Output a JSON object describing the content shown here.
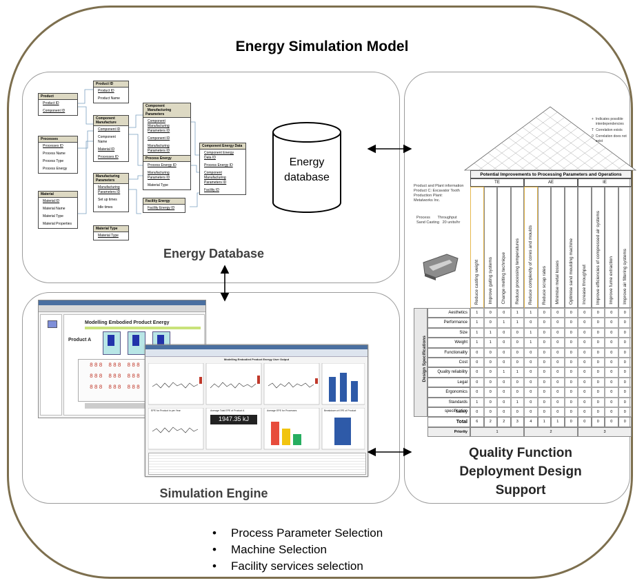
{
  "title": "Energy Simulation Model",
  "panels": {
    "energy_database_label": "Energy Database",
    "simulation_engine_label": "Simulation Engine",
    "qfd_label_lines": [
      "Quality Function",
      "Deployment Design",
      "Support"
    ]
  },
  "cylinder_label_lines": [
    "Energy",
    "database"
  ],
  "bullets": [
    "Process  Parameter Selection",
    "Machine Selection",
    "Facility services selection"
  ],
  "er_tables": [
    {
      "name": "Product",
      "fields": [
        "Product ID",
        "Component ID"
      ]
    },
    {
      "name": "Product ID",
      "fields": [
        "Product ID",
        "Product Name"
      ]
    },
    {
      "name": "Component Manufacture",
      "fields": [
        "Component ID",
        "Component Name",
        "Material ID",
        "Processes ID"
      ]
    },
    {
      "name": "Component _Manufacturing Parameters",
      "fields": [
        "Component Manufacturing Parameters ID",
        "Component ID",
        "Manufacturing Parameters ID"
      ]
    },
    {
      "name": "Component Energy Data",
      "fields": [
        "Component Energy Data ID",
        "Process Energy ID",
        "Component Manufacturing Parameters ID",
        "Facility ID"
      ]
    },
    {
      "name": "Processes",
      "fields": [
        "Processes ID",
        "Process Name",
        "Process Type",
        "Process Energy"
      ]
    },
    {
      "name": "Manufacturing Parameters",
      "fields": [
        "Manufacturing Parameters ID",
        "Set up times",
        "Idle times"
      ]
    },
    {
      "name": "Process Energy",
      "fields": [
        "Process Energy ID",
        "Manufacturing Parameters ID",
        "Material Type"
      ]
    },
    {
      "name": "Material",
      "fields": [
        "Material ID",
        "Material Name",
        "Material Type",
        "Material Properties"
      ]
    },
    {
      "name": "Facility Energy",
      "fields": [
        "Facility Energy ID"
      ]
    },
    {
      "name": "Material Type",
      "fields": [
        "Material Type"
      ]
    }
  ],
  "qfd": {
    "header": "Potential Improvements to Processing Parameters and Operations",
    "groups": [
      "TE",
      "AE",
      "IE"
    ],
    "product_info": [
      "Product and Plant information",
      "Product C: Excavator Tooth",
      "Production Plant:",
      "Metalworks Inc."
    ],
    "process_info": [
      "Process",
      "Sand Casting",
      "Throughput",
      "20 units/hr"
    ],
    "legend": [
      "Indicates possible interdependencies",
      "Correlation exists",
      "Correlation does not exist"
    ],
    "legend_marks": [
      "+",
      "T",
      "0"
    ],
    "columns": [
      "Reduce casting weight",
      "Improve gating systems",
      "Change melting technique",
      "Reduce processing temperatures",
      "Reduce complexity of cores and moulds",
      "Reduce scrap rates",
      "Minimise metal losses",
      "Optimise sand moulding machine",
      "Increase throughput",
      "Improve efficiencies of compressed air systems",
      "Improve fume extraction",
      "Improve air filtering systems"
    ],
    "row_group": "Design Specifications",
    "rows": [
      "Aesthetics",
      "Performance",
      "Size",
      "Weight",
      "Functionality",
      "Cost",
      "Quality reliability",
      "Legal",
      "Ergonomics",
      "Standards specification",
      "Safety"
    ],
    "matrix": [
      [
        1,
        0,
        0,
        1,
        1,
        0,
        0,
        0,
        0,
        0,
        0,
        0
      ],
      [
        1,
        0,
        1,
        1,
        0,
        0,
        0,
        0,
        0,
        0,
        0,
        0
      ],
      [
        1,
        1,
        0,
        0,
        1,
        0,
        0,
        0,
        0,
        0,
        0,
        0
      ],
      [
        1,
        1,
        0,
        0,
        1,
        0,
        0,
        0,
        0,
        0,
        0,
        0
      ],
      [
        0,
        0,
        0,
        0,
        0,
        0,
        0,
        0,
        0,
        0,
        0,
        0
      ],
      [
        0,
        0,
        0,
        0,
        0,
        0,
        0,
        0,
        0,
        0,
        0,
        0
      ],
      [
        0,
        0,
        1,
        1,
        0,
        0,
        0,
        0,
        0,
        0,
        0,
        0
      ],
      [
        0,
        0,
        0,
        0,
        0,
        0,
        0,
        0,
        0,
        0,
        0,
        0
      ],
      [
        0,
        0,
        0,
        0,
        0,
        0,
        0,
        0,
        0,
        0,
        0,
        0
      ],
      [
        1,
        0,
        0,
        1,
        0,
        0,
        0,
        0,
        0,
        0,
        0,
        0
      ],
      [
        0,
        0,
        0,
        0,
        0,
        0,
        0,
        0,
        0,
        0,
        0,
        0
      ]
    ],
    "total_label": "Total",
    "totals": [
      6,
      2,
      2,
      3,
      4,
      1,
      1,
      0,
      0,
      0,
      0,
      0
    ],
    "priority_label": "Priority",
    "priority": [
      "1",
      "2",
      "3"
    ]
  },
  "simulation": {
    "window1_title": "Modelling Embodied Product Energy",
    "window1_product": "Product A",
    "window2_title": "Modelling Embodied Product Energy User Output",
    "big_value": "1947.35 kJ",
    "chart_titles": [
      "EPE for Product in per Year",
      "Average Total EPE of Product A",
      "Average EPE for Processes",
      "Breakdown of EPE of Product"
    ]
  }
}
